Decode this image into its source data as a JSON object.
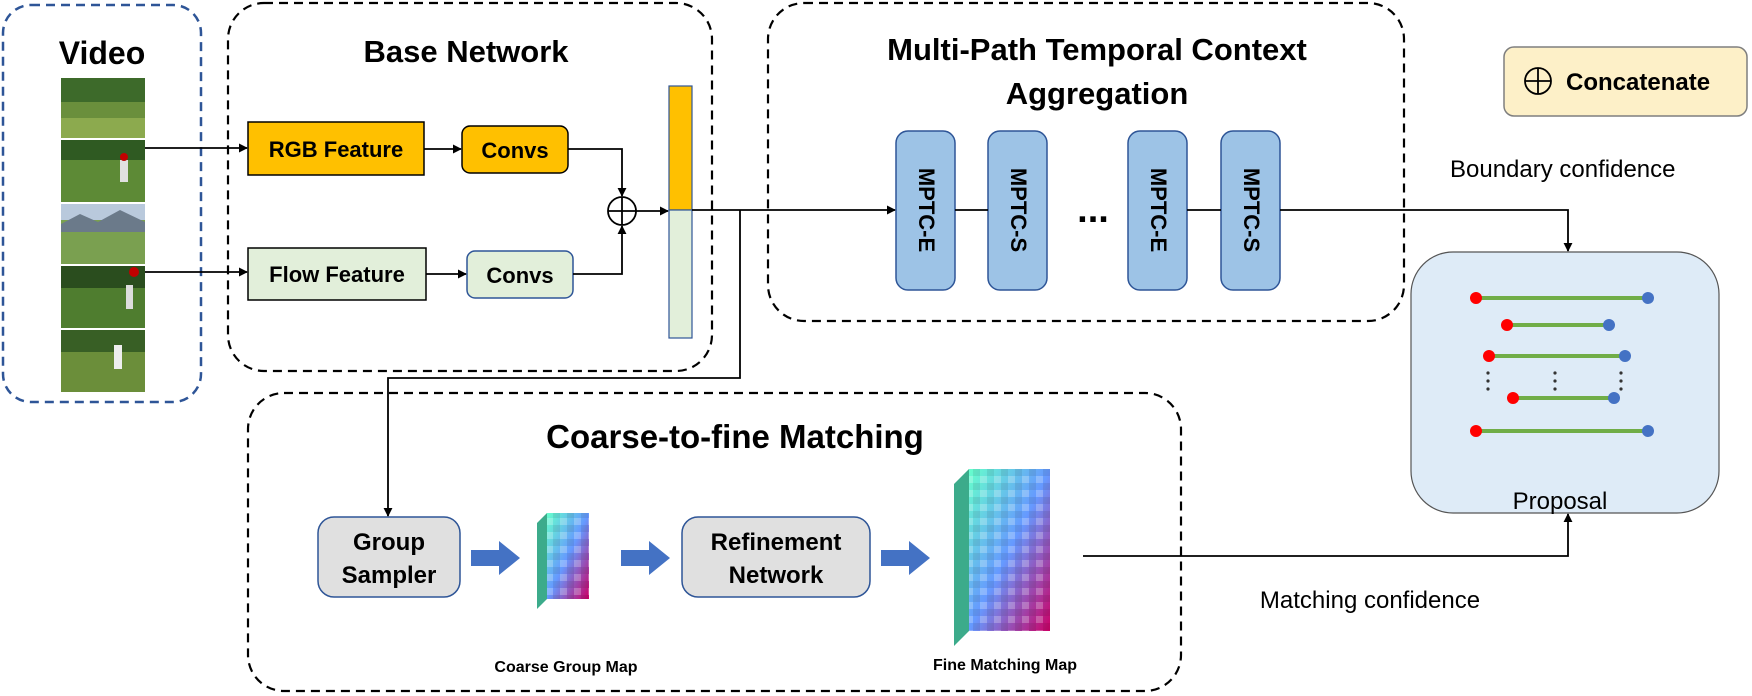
{
  "video": {
    "title": "Video"
  },
  "base_network": {
    "title": "Base Network",
    "rgb_feature": "RGB Feature",
    "flow_feature": "Flow Feature",
    "convs_rgb": "Convs",
    "convs_flow": "Convs"
  },
  "mptc": {
    "title_line1": "Multi-Path Temporal Context",
    "title_line2": "Aggregation",
    "blocks": [
      "MPTC-E",
      "MPTC-S",
      "MPTC-E",
      "MPTC-S"
    ],
    "ellipsis": "..."
  },
  "legend": {
    "symbol": "⊕",
    "label": "Concatenate"
  },
  "labels": {
    "boundary_confidence": "Boundary confidence",
    "matching_confidence": "Matching confidence",
    "proposal": "Proposal"
  },
  "matching": {
    "title": "Coarse-to-fine Matching",
    "group_sampler_line1": "Group",
    "group_sampler_line2": "Sampler",
    "refinement_line1": "Refinement",
    "refinement_line2": "Network",
    "coarse_map_label": "Coarse Group Map",
    "fine_map_label": "Fine Matching Map"
  },
  "colors": {
    "rgb": "#ffc000",
    "flow": "#e2efda",
    "mptc": "#9dc3e6",
    "gray_box": "#e0e0e0",
    "legend_bg": "#fdf0c8",
    "proposal_bg": "#deebf7",
    "proposal_line": "#70ad47",
    "start_dot": "#ff0000",
    "end_dot": "#4472c4",
    "block_arrow": "#4472c4"
  }
}
